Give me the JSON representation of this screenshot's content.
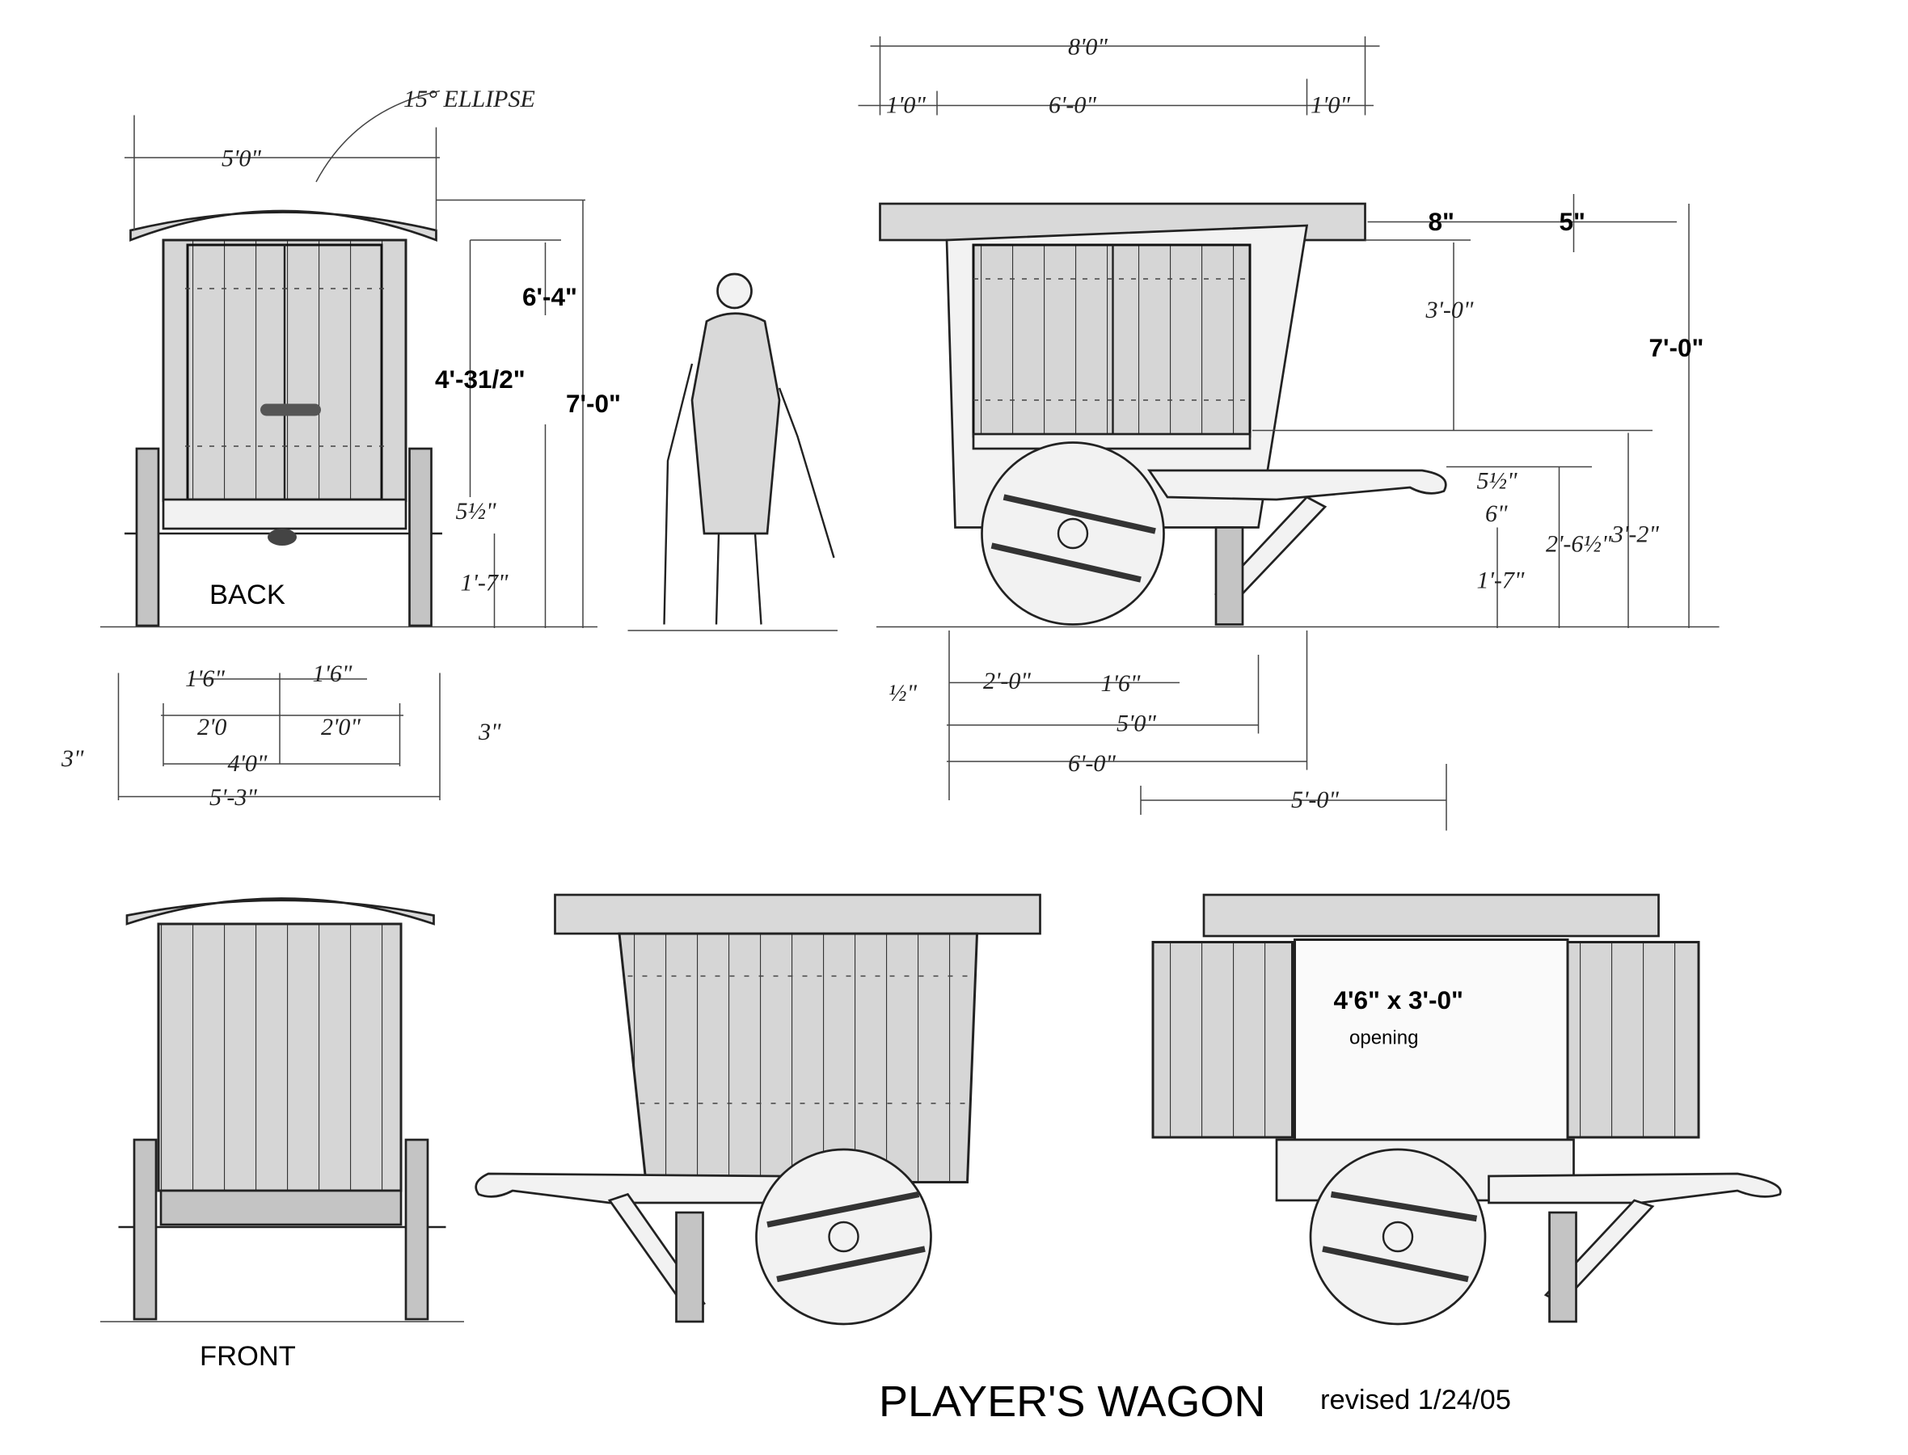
{
  "title": "PLAYER'S WAGON",
  "revision": "revised 1/24/05",
  "back_view": {
    "label": "BACK",
    "note": "15° ELLIPSE",
    "width": "5'0\"",
    "dim_6_4": "6'-4\"",
    "dim_4_3_5": "4'-31/2\"",
    "dim_7_0": "7'-0\"",
    "dim_5_5": "5½\"",
    "dim_1_7": "1'-7\"",
    "plan_dims": {
      "left_1_6": "1'6\"",
      "right_1_6": "1'6\"",
      "left_2_0": "2'0",
      "right_2_0": "2'0\"",
      "left_3": "3\"",
      "right_3": "3\"",
      "inner_4_0": "4'0\"",
      "overall_5_3": "5'-3\""
    }
  },
  "side_view": {
    "overall_8_0": "8'0\"",
    "left_1_0": "1'0\"",
    "middle_6_0": "6'-0\"",
    "right_1_0": "1'0\"",
    "dim_8": "8\"",
    "dim_5": "5\"",
    "dim_3_0": "3'-0\"",
    "dim_7_0": "7'-0\"",
    "dim_5_5": "5½\"",
    "dim_6": "6\"",
    "dim_1_7": "1'-7\"",
    "dim_2_6_5": "2'-6½\"",
    "dim_3_2": "3'-2\"",
    "dim_half": "½\"",
    "dim_2_0": "2'-0\"",
    "dim_1_6": "1'6\"",
    "dim_5_0": "5'0\"",
    "dim_6_0": "6'-0\"",
    "dim_shaft_5_0": "5'-0\""
  },
  "front_view": {
    "label": "FRONT"
  },
  "open_view": {
    "opening_size": "4'6\" x 3'-0\"",
    "opening_label": "opening"
  }
}
